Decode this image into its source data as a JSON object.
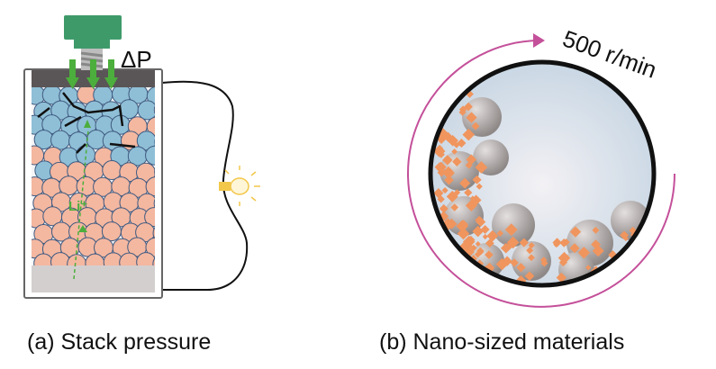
{
  "panel_a": {
    "caption": "(a) Stack pressure",
    "pressure_label": "ΔP",
    "ion_label": "Li⁺",
    "colors": {
      "piston": "#3f9a6a",
      "arrow": "#4cae3c",
      "anode_particle": "#f4b7a0",
      "electrolyte_particle": "#8fbfd6",
      "plate": "#5a5556",
      "bulb": "#f2c74a"
    }
  },
  "panel_b": {
    "caption": "(b) Nano-sized materials",
    "speed_label": "500 r/min",
    "colors": {
      "arc": "#c4509a",
      "jar": "#dde6ee",
      "ball": "#a9a4a3",
      "powder": "#f0955e"
    }
  }
}
